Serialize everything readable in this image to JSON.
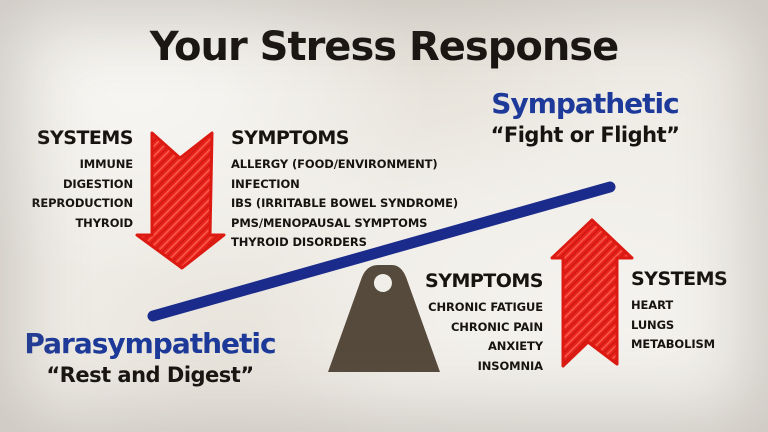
{
  "title": "Your Stress Response",
  "parasympathetic": {
    "label": "Parasympathetic",
    "quote": "“Rest and Digest”",
    "systems": {
      "heading": "SYSTEMS",
      "items": [
        "IMMUNE",
        "DIGESTION",
        "REPRODUCTION",
        "THYROID"
      ]
    },
    "symptoms": {
      "heading": "SYMPTOMS",
      "items": [
        "ALLERGY (FOOD/ENVIRONMENT)",
        "INFECTION",
        "IBS (IRRITABLE BOWEL SYNDROME)",
        "PMS/MENOPAUSAL SYMPTOMS",
        "THYROID DISORDERS"
      ]
    }
  },
  "sympathetic": {
    "label": "Sympathetic",
    "quote": "“Fight or Flight”",
    "symptoms": {
      "heading": "SYMPTOMS",
      "items": [
        "CHRONIC FATIGUE",
        "CHRONIC PAIN",
        "ANXIETY",
        "INSOMNIA"
      ]
    },
    "systems": {
      "heading": "SYSTEMS",
      "items": [
        "HEART",
        "LUNGS",
        "METABOLISM"
      ]
    }
  },
  "colors": {
    "background": "#efece6",
    "text_ink": "#171310",
    "label_blue": "#1d3a9a",
    "beam_blue": "#1a2b8c",
    "arrow_red": "#e8221b",
    "fulcrum_brown": "#564a3d"
  }
}
